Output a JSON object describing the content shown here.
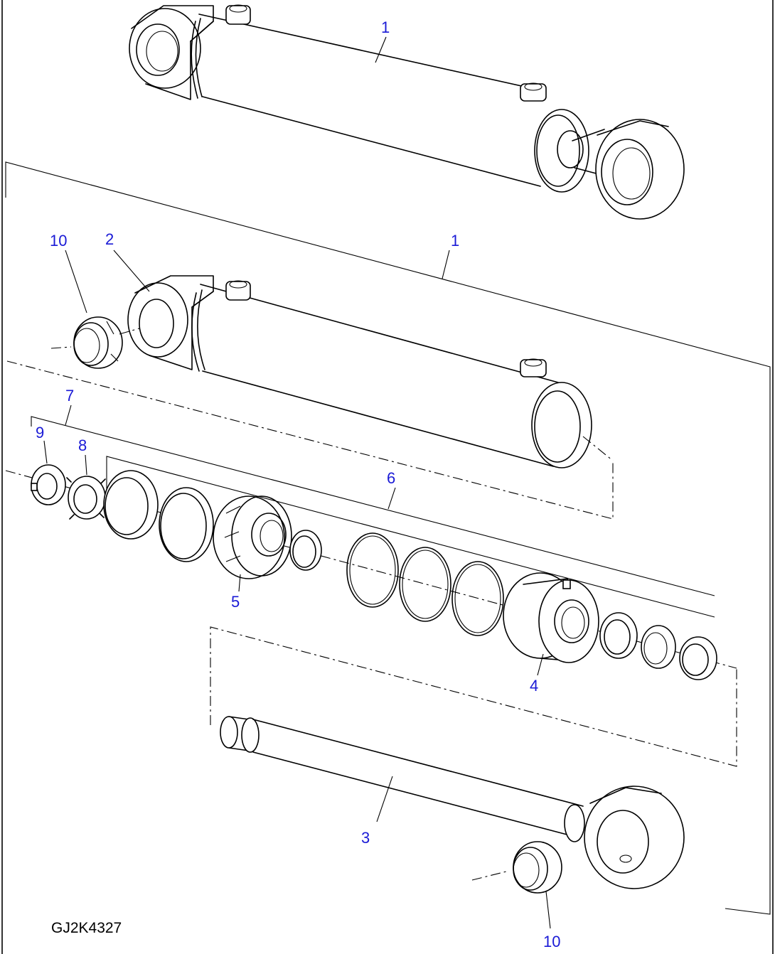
{
  "drawing_code": "GJ2K4327",
  "callouts": {
    "c1_top": "1",
    "c1_mid": "1",
    "c2": "2",
    "c3": "3",
    "c4": "4",
    "c5": "5",
    "c6": "6",
    "c7": "7",
    "c8": "8",
    "c9": "9",
    "c10_top": "10",
    "c10_bottom": "10"
  },
  "colors": {
    "callout": "#1a1ad6",
    "line": "#000000"
  }
}
